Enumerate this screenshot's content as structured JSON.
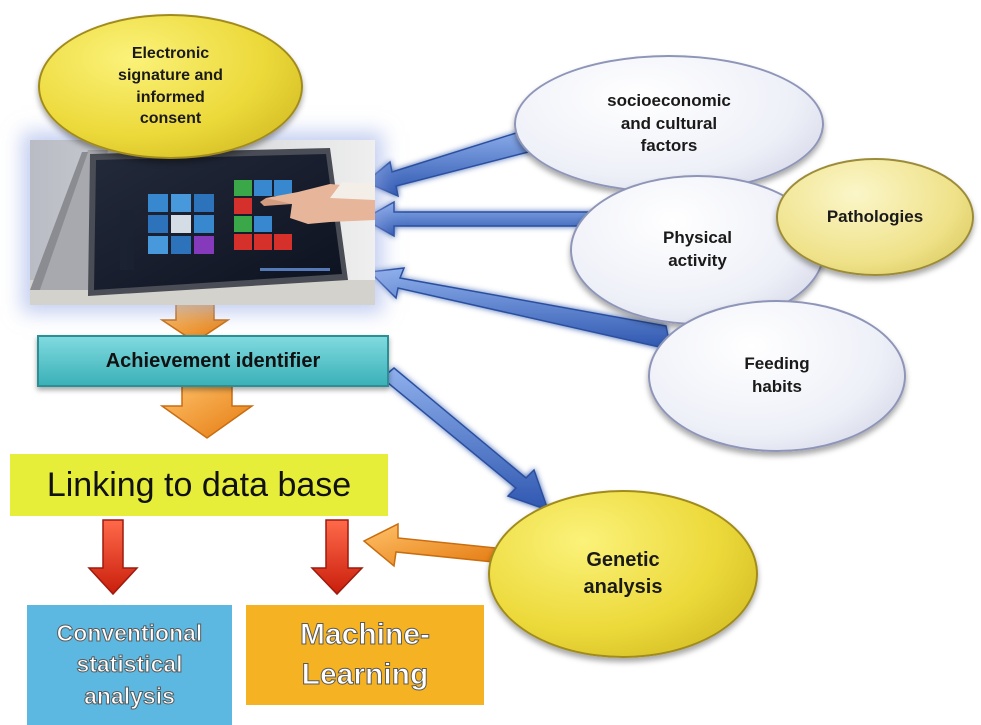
{
  "nodes": {
    "consent": "Electronic\nsignature and\ninformed\nconsent",
    "socioeconomic": "socioeconomic\nand cultural\nfactors",
    "pathologies": "Pathologies",
    "physical": "Physical\nactivity",
    "feeding": "Feeding\nhabits",
    "achievement": "Achievement identifier",
    "linking": "Linking to data base",
    "genetic": "Genetic\nanalysis",
    "conventional": "Conventional\nstatistical\nanalysis",
    "machine": "Machine-\nLearning"
  },
  "colors": {
    "yellow_node": "#ecd93a",
    "white_node": "#eef0f8",
    "teal_box": "#3bb1b8",
    "linking_box": "#e6ee3a",
    "conventional_box": "#5cb8e0",
    "machine_box": "#f5b323",
    "blue_arrow": "#4a73c8",
    "orange_arrow": "#f39a2b",
    "red_arrow": "#e0321e"
  },
  "image": {
    "depicts": "tablet-touch-photo"
  }
}
